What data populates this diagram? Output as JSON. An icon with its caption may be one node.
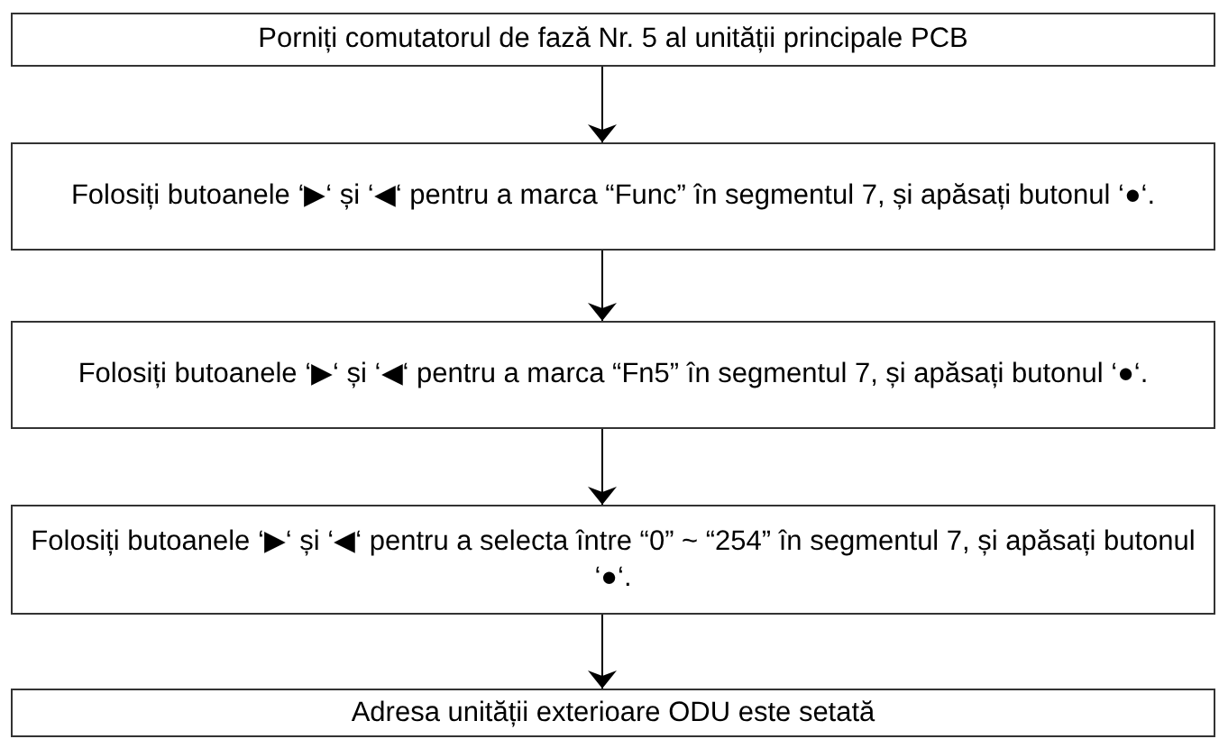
{
  "diagram": {
    "nodes": [
      {
        "text": [
          "Porniți comutatorul de fază Nr. 5 al unității principale PCB"
        ]
      },
      {
        "text": [
          "Folosiți butoanele ‘▶‘ și ‘◀‘ pentru a marca “Func” în segmentul 7, și apăsați butonul ‘●‘."
        ]
      },
      {
        "text": [
          "Folosiți butoanele ‘▶‘ și ‘◀‘ pentru a marca “Fn5” în segmentul 7, și apăsați butonul ‘●‘."
        ]
      },
      {
        "text": [
          "Folosiți butoanele ‘▶‘ și ‘◀‘ pentru a selecta între “0” ~ “254”  în segmentul 7, și apăsați butonul ‘●‘."
        ]
      },
      {
        "text": [
          "Adresa unității exterioare ODU este setată"
        ]
      }
    ],
    "edges": [
      {
        "from": 0,
        "to": 1,
        "arrow": "to"
      },
      {
        "from": 1,
        "to": 2,
        "arrow": "to"
      },
      {
        "from": 2,
        "to": 3,
        "arrow": "to"
      },
      {
        "from": 3,
        "to": 4,
        "arrow": "to"
      }
    ]
  }
}
